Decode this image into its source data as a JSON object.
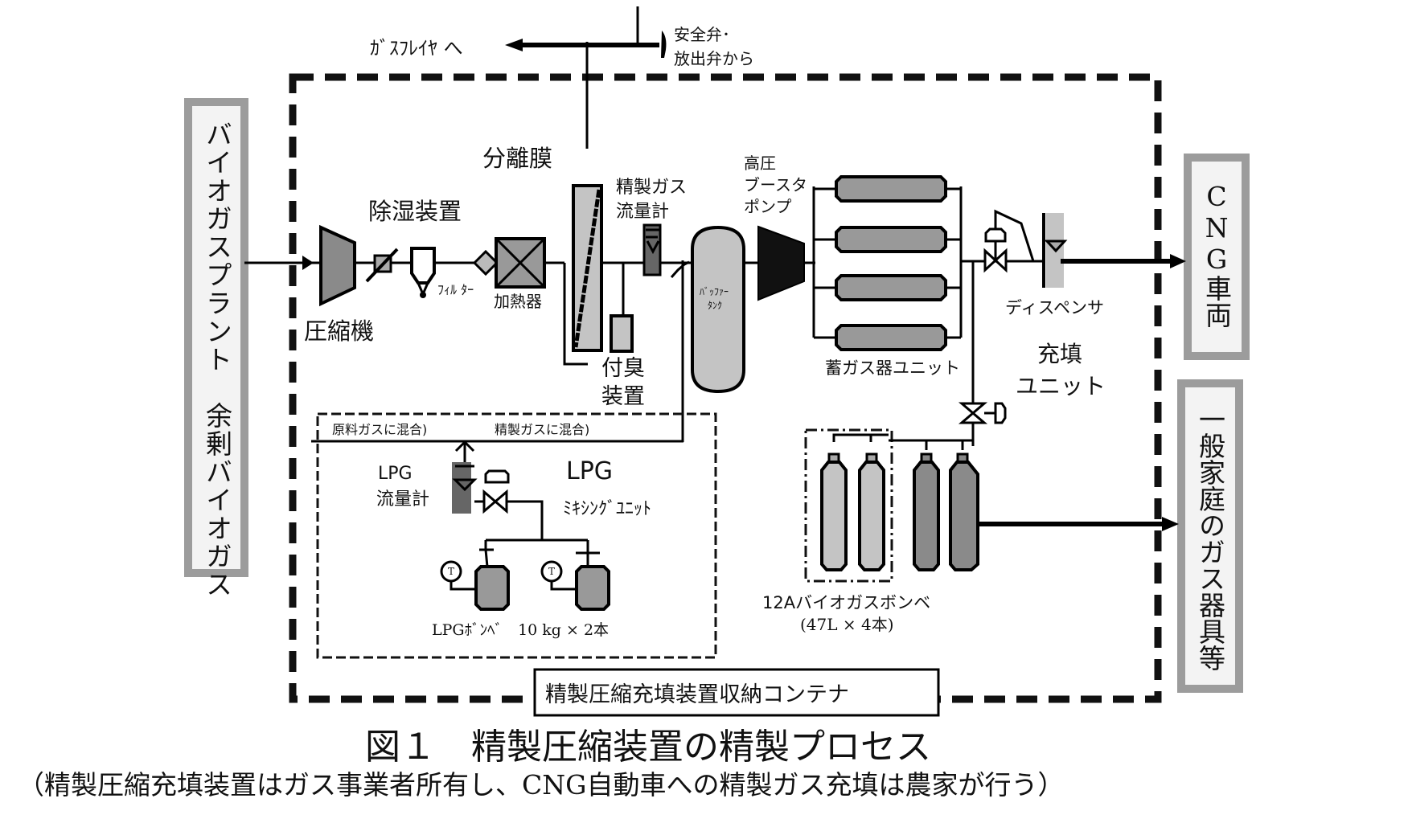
{
  "diagram": {
    "external": {
      "source": "バイオガスプラント　余剰バイオガス",
      "cng_vehicle": "CNG車両",
      "household": "一般家庭のガス器具等"
    },
    "top": {
      "flare": "ｶﾞｽﾌﾚｲﾔ へ",
      "relief_line1": "安全弁･",
      "relief_line2": "放出弁から"
    },
    "components": {
      "compressor": "圧縮機",
      "dehumidifier": "除湿装置",
      "filter": "ﾌｨﾙ ﾀｰ",
      "heater": "加熱器",
      "membrane": "分離膜",
      "flowmeter_line1": "精製ガス",
      "flowmeter_line2": "流量計",
      "odorizer_line1": "付臭",
      "odorizer_line2": "装置",
      "buffer_line1": "ﾊﾞｯﾌｧｰ",
      "buffer_line2": "ﾀﾝｸ",
      "booster_line1": "高圧",
      "booster_line2": "ブースタ",
      "booster_line3": "ポンプ",
      "storage_unit": "蓄ガス器ユニット",
      "dispenser": "ディスペンサ",
      "filling_line1": "充填",
      "filling_line2": "ユニット",
      "cylinders_line1": "12Aバイオガスボンベ",
      "cylinders_line2": "(47L × 4本)"
    },
    "lpg_unit": {
      "mix_raw": "原料ガスに混合)",
      "mix_refined": "精製ガスに混合)",
      "flowmeter_line1": "LPG",
      "flowmeter_line2": "流量計",
      "unit_line1": "LPG",
      "unit_line2": "ﾐｷｼﾝｸﾞﾕﾆｯﾄ",
      "cylinders": "LPGﾎﾞﾝﾍﾞ　10 kg × 2本",
      "gauge_label": "T"
    },
    "container_label": "精製圧縮充填装置収納コンテナ",
    "caption": {
      "title": "図１　精製圧縮装置の精製プロセス",
      "subtitle": "（精製圧縮充填装置はガス事業者所有し、CNG自動車への精製ガス充填は農家が行う）"
    }
  }
}
